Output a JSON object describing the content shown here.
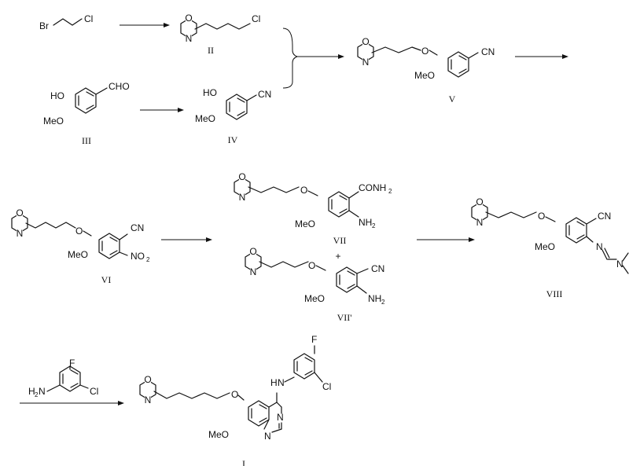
{
  "atoms": {
    "br": "Br",
    "cl": "Cl",
    "o": "O",
    "n": "N",
    "f": "F",
    "ho": "HO",
    "meo": "MeO",
    "cho": "CHO",
    "cn": "CN",
    "no2": "NO",
    "nh2": "NH",
    "h2n": "H",
    "conh2": "CONH",
    "hn": "H",
    "two": "2",
    "plus": "+"
  },
  "labels": {
    "II": "II",
    "III": "III",
    "IV": "IV",
    "V": "V",
    "VI": "VI",
    "VII": "VII",
    "VIIp": "VII'",
    "VIII": "VIII",
    "I": "I"
  }
}
